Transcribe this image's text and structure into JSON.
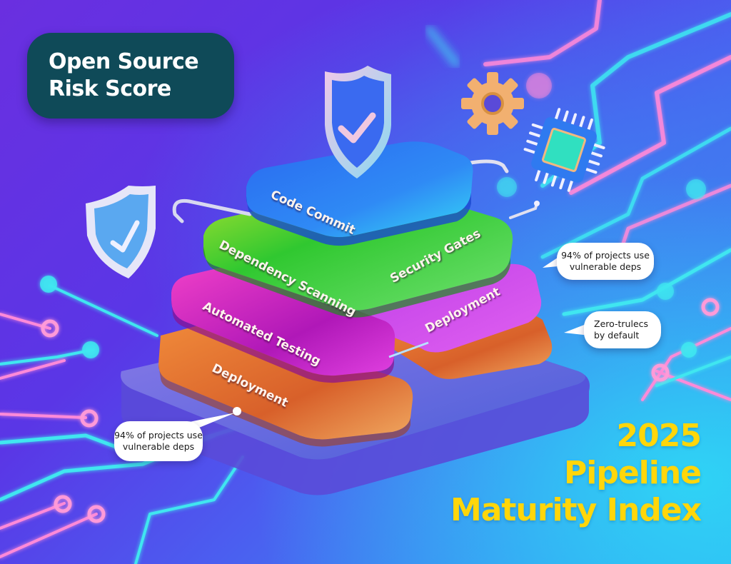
{
  "header": {
    "badge_line1": "Open Source",
    "badge_line2": "Risk Score"
  },
  "footer_title": {
    "line1": "2025",
    "line2": "Pipeline",
    "line3": "Maturity Index"
  },
  "pipeline": {
    "stages": [
      {
        "label": "Code Commit",
        "color": "#2f6cf0"
      },
      {
        "label": "Dependency Scanning",
        "color": "#4fd83a"
      },
      {
        "label": "Security Gates",
        "color": "#4fd83a"
      },
      {
        "label": "Automated Testing",
        "color": "#d62ad6"
      },
      {
        "label": "Deployment",
        "color": "#b03ae0"
      },
      {
        "label": "Deployment",
        "color": "#f0892a"
      }
    ]
  },
  "callouts": [
    {
      "line1": "94% of projects use",
      "line2": "vulnerable deps"
    },
    {
      "line1": "Zero-trulecs",
      "line2": "by default"
    },
    {
      "line1": "94% of projects use",
      "line2": "vulnerable deps"
    }
  ],
  "icons": [
    "shield-check-icon",
    "shield-check-icon",
    "gear-icon",
    "chip-icon"
  ],
  "colors": {
    "badge_bg": "#0f4a58",
    "title_yellow": "#ffd60a",
    "circuit_cyan": "#3fe6f0",
    "circuit_pink": "#ff8ad8"
  }
}
